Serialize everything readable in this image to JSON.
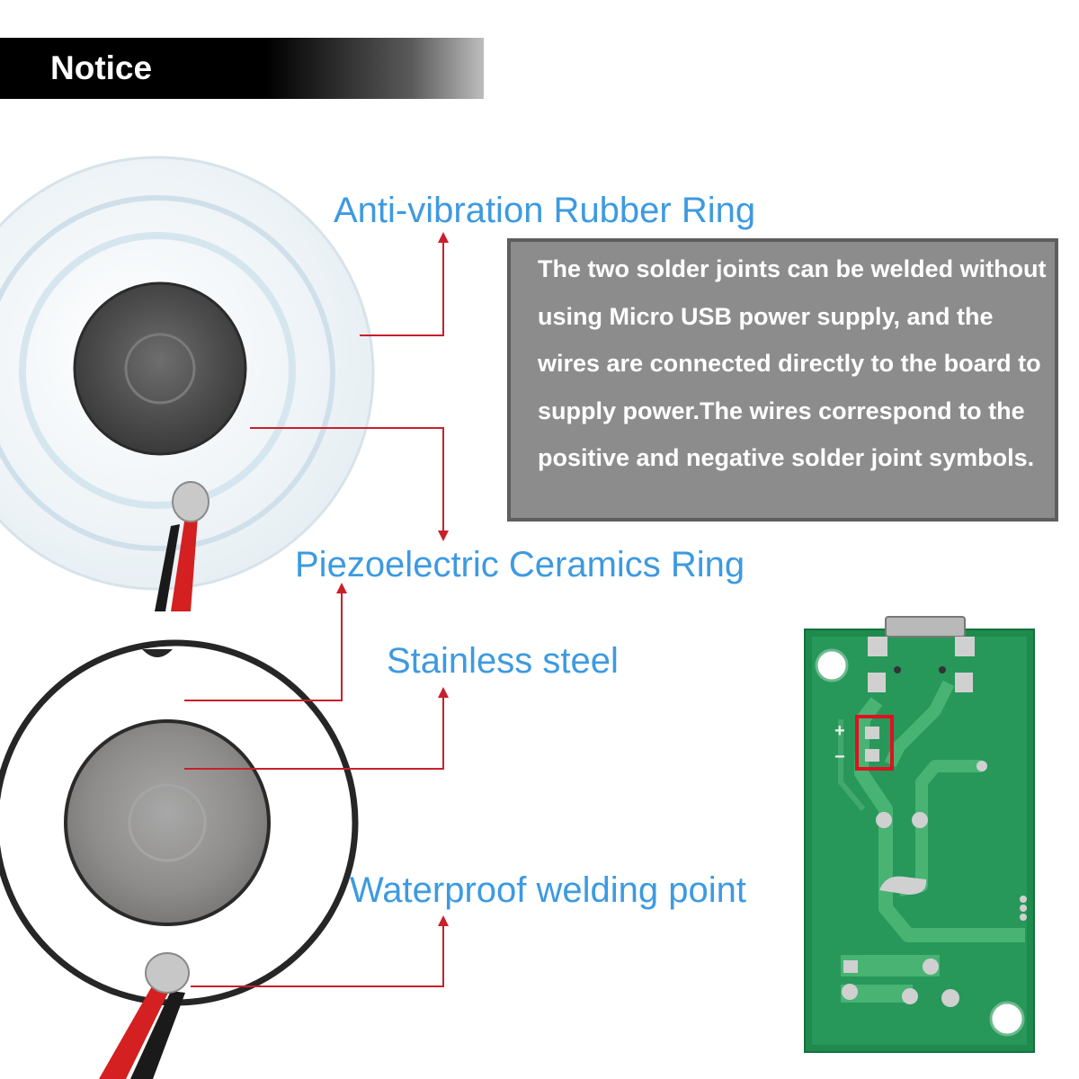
{
  "banner": {
    "title": "Notice"
  },
  "labels": {
    "anti_vibration": "Anti-vibration Rubber Ring",
    "piezo": "Piezoelectric Ceramics Ring",
    "stainless": "Stainless steel",
    "waterproof": "Waterproof welding point"
  },
  "notice_box": {
    "text": "The two solder joints can be welded without using Micro USB power supply, and the wires are connected directly to the board to supply power.The wires correspond to the positive and negative solder joint symbols."
  },
  "pcb": {
    "plus_symbol": "+",
    "minus_symbol": "−"
  },
  "colors": {
    "label_blue": "#3d9ae0",
    "pointer_red": "#c8202a",
    "pcb_green": "#1e8a4c",
    "highlight_red": "#e01020"
  }
}
